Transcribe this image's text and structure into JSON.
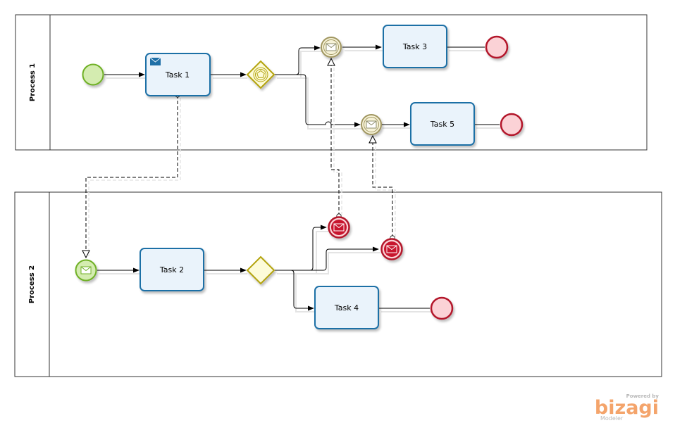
{
  "pools": {
    "process1": {
      "label": "Process 1"
    },
    "process2": {
      "label": "Process 2"
    }
  },
  "tasks": {
    "task1": {
      "label": "Task 1",
      "marker": "envelope-icon"
    },
    "task2": {
      "label": "Task 2"
    },
    "task3": {
      "label": "Task 3"
    },
    "task4": {
      "label": "Task 4"
    },
    "task5": {
      "label": "Task 5"
    }
  },
  "colors": {
    "task_fill": "#eaf3fb",
    "task_stroke": "#1f6fa6",
    "start_fill": "#d4ecb0",
    "start_stroke": "#6fb126",
    "end_fill": "#fbd2d6",
    "end_stroke": "#b3162b",
    "gateway_fill": "#fdfbd9",
    "gateway_stroke": "#b3a30c",
    "intermediate_fill": "#f6f2d7",
    "intermediate_stroke": "#a09660",
    "throw_fill": "#c8172f"
  },
  "watermark": {
    "powered": "Powered by",
    "brand": "bizagi",
    "product": "Modeler"
  }
}
